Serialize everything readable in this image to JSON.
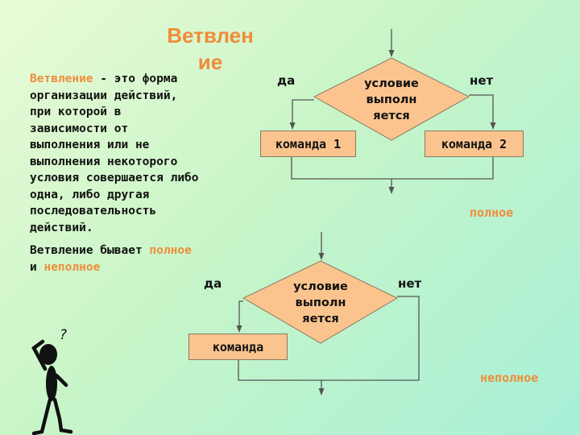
{
  "title_line1": "Ветвлен",
  "title_line2": "ие",
  "definition": {
    "term": "Ветвление",
    "rest": " - это форма организации действий, при которой в зависимости от выполнения или не выполнения некоторого условия совершается либо одна, либо другая последовательность действий."
  },
  "kinds_sentence": {
    "prefix": "Ветвление бывает",
    "full": "полное",
    "and": "и",
    "partial": "неполное"
  },
  "full_branch": {
    "yes_label": "да",
    "no_label": "нет",
    "condition_lines": [
      "условие",
      "выполн",
      "яется"
    ],
    "command_yes": "команда 1",
    "command_no": "команда 2",
    "caption": "полное"
  },
  "partial_branch": {
    "yes_label": "да",
    "no_label": "нет",
    "condition_lines": [
      "условие",
      "выполн",
      "яется"
    ],
    "command_yes": "команда",
    "caption": "неполное"
  },
  "figure_question_mark": "?",
  "colors": {
    "accent": "#f08c3a",
    "diamond_fill": "#fbc48e",
    "command_fill": "#fbc48e"
  }
}
